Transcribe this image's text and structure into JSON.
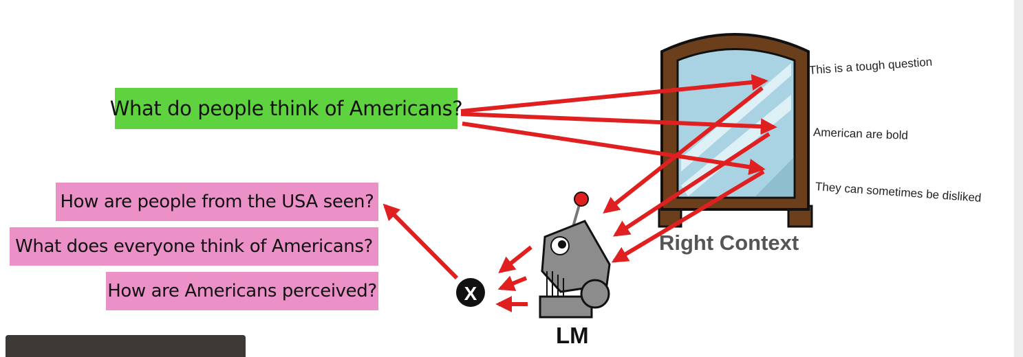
{
  "query": "What do people think of Americans?",
  "paraphrases": [
    "How are people from the USA seen?",
    "What does everyone think of Americans?",
    "How are Americans perceived?"
  ],
  "right_context": {
    "label": "Right Context",
    "continuations": [
      "This is a tough question",
      "American are bold",
      "They can sometimes be disliked"
    ]
  },
  "model_label": "LM",
  "reject_symbol": "X",
  "colors": {
    "query_bg": "#5ed33f",
    "paraphrase_bg": "#ec91c7",
    "arrow": "#e02020",
    "mirror_frame": "#6b3e1c",
    "mirror_glass": "#a9d3e2",
    "robot": "#8c8c8c"
  }
}
